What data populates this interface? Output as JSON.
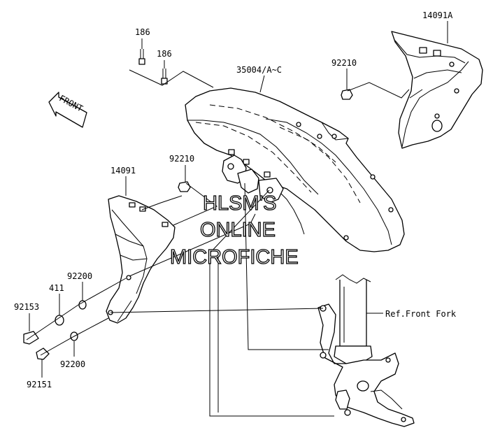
{
  "diagram": {
    "front_label": "FRONT",
    "parts": {
      "screw_top_a": "186",
      "screw_top_b": "186",
      "fender": "35004/A~C",
      "nut_right": "92210",
      "cover_right": "14091A",
      "nut_left": "92210",
      "cover_left": "14091",
      "washer_upper": "92200",
      "collar": "411",
      "bolt_upper": "92153",
      "washer_lower": "92200",
      "bolt_lower": "92151",
      "fork_ref": "Ref.Front Fork"
    },
    "watermark": {
      "line1": "HLSM'S",
      "line2": "ONLINE",
      "line3": "MICROFICHE"
    }
  }
}
